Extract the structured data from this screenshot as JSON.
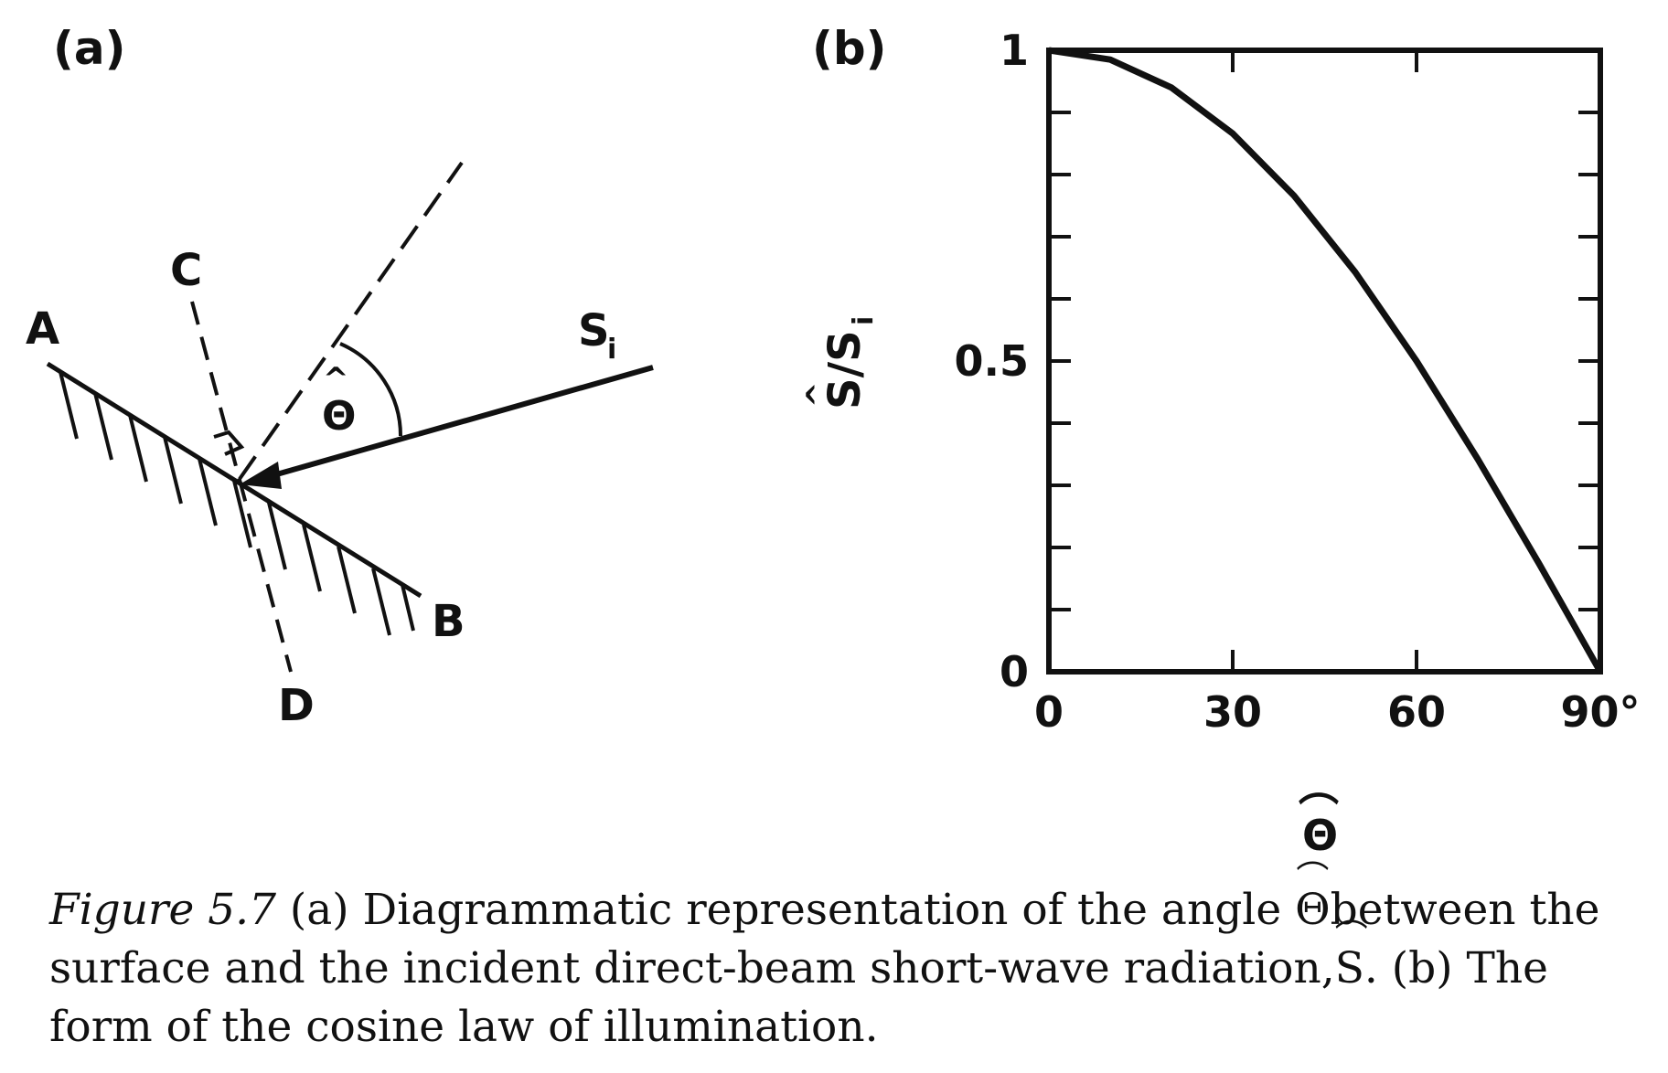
{
  "panel_a": {
    "panel_label": "(a)",
    "point_labels": {
      "A": "A",
      "B": "B",
      "C": "C",
      "D": "D"
    },
    "incident_label": "S",
    "incident_subscript": "i",
    "angle_symbol": "Θ",
    "angle_hat": "^"
  },
  "panel_b": {
    "panel_label": "(b)",
    "ylabel_main": "S/S",
    "ylabel_subscript": "i",
    "ylabel_hat": "^",
    "xlabel_symbol": "Θ",
    "xlabel_hat": "⌒"
  },
  "chart_data": {
    "type": "line",
    "x": [
      0,
      10,
      20,
      30,
      40,
      50,
      60,
      70,
      80,
      90
    ],
    "series": [
      {
        "values": [
          1.0,
          0.985,
          0.94,
          0.866,
          0.766,
          0.643,
          0.5,
          0.342,
          0.174,
          0.0
        ]
      }
    ],
    "xticks": [
      0,
      30,
      60,
      90
    ],
    "xtick_labels": [
      "0",
      "30",
      "60",
      "90°"
    ],
    "yticks": [
      0,
      0.5,
      1
    ],
    "ytick_labels": [
      "0",
      "0.5",
      "1"
    ],
    "xlim": [
      0,
      90
    ],
    "ylim": [
      0,
      1
    ],
    "grid": false,
    "legend": "none"
  },
  "caption": {
    "figure_label": "Figure 5.7",
    "part1": " (a) Diagrammatic representation of the angle ",
    "theta_symbol": "Θ",
    "part2": "between the surface and the incident direct-beam short-wave radiation,",
    "s_symbol": "S",
    "part3": ". (b) The form of the cosine law of illumination."
  },
  "colors": {
    "ink": "#111111",
    "background": "#ffffff"
  }
}
